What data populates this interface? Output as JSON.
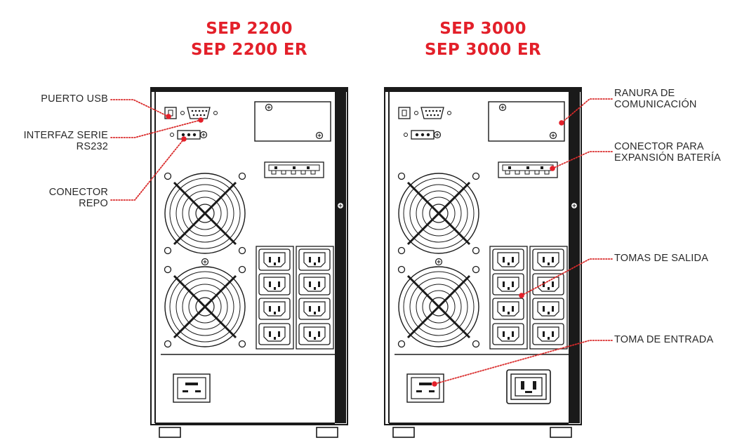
{
  "titles": {
    "left": [
      "SEP 2200",
      "SEP 2200 ER"
    ],
    "right": [
      "SEP 3000",
      "SEP 3000 ER"
    ]
  },
  "labels": {
    "usb": [
      "PUERTO USB"
    ],
    "rs232": [
      "INTERFAZ SERIE",
      "RS232"
    ],
    "repo": [
      "CONECTOR",
      "REPO"
    ],
    "slot": [
      "RANURA DE",
      "COMUNICACIÓN"
    ],
    "battery": [
      "CONECTOR PARA",
      "EXPANSIÓN BATERÍA"
    ],
    "outlets": [
      "TOMAS DE SALIDA"
    ],
    "input": [
      "TOMA DE ENTRADA"
    ]
  },
  "colors": {
    "accent": "#e3202a",
    "stroke": "#1a1a1a",
    "dotted": "#d92a2a"
  },
  "icons": [
    "fan",
    "usb-port",
    "db9-port",
    "repo-terminal",
    "comm-slot",
    "battery-connector",
    "iec-outlet",
    "iec-inlet",
    "screw"
  ]
}
